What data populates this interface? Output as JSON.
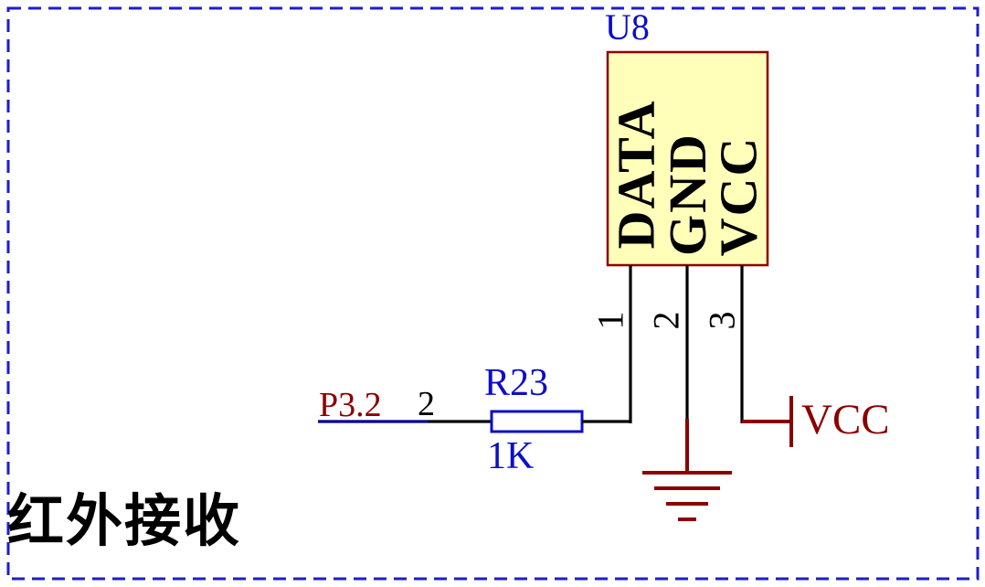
{
  "sheet": {
    "caption": "红外接收"
  },
  "component_u8": {
    "designator": "U8",
    "pins": [
      {
        "number": "1",
        "name": "DATA"
      },
      {
        "number": "2",
        "name": "GND"
      },
      {
        "number": "3",
        "name": "VCC"
      }
    ]
  },
  "resistor_r23": {
    "designator": "R23",
    "value": "1K"
  },
  "net": {
    "label": "P3.2",
    "wire_number": "2"
  },
  "power": {
    "vcc_label": "VCC",
    "ground": "GND-symbol"
  },
  "colors": {
    "border_blue": "#1e1ec8",
    "label_blue": "#0d0dc8",
    "navy_wire": "#00008b",
    "net_red": "#8b0000",
    "body_fill": "#ffffb9",
    "body_border": "#8b0000",
    "wire_black": "#000000"
  }
}
